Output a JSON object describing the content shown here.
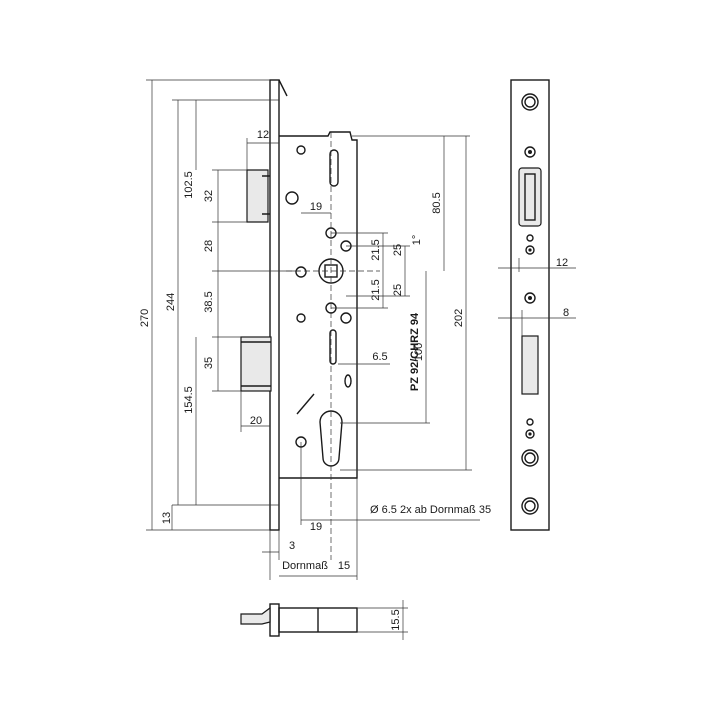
{
  "dimensions": {
    "total_height": "270",
    "forend_height": "244",
    "top_to_latch": "102.5",
    "latch_height": "32",
    "latch_to_spindle": "28",
    "spindle_to_bolt": "38.5",
    "bolt_height": "35",
    "bolt_to_bottom": "154.5",
    "bottom_offset": "13",
    "latch_width": "12",
    "bolt_throw": "20",
    "spindle_offset": "19",
    "hole_offset": "19",
    "forend_thickness": "3",
    "backset_label": "Dornmaß",
    "cylinder_offset": "15",
    "spindle_upper": "21.5",
    "spindle_upper_25": "25",
    "spindle_lower": "21.5",
    "spindle_lower_25": "25",
    "angle": "1°",
    "top_to_cylinder": "80.5",
    "case_height": "202",
    "spindle_to_cylinder": "100",
    "pin_offset": "6.5",
    "model_label": "PZ 92/CHRZ 94",
    "hole_note": "Ø 6.5 2x ab Dornmaß 35",
    "faceplate_latch_width": "12",
    "faceplate_bolt_width": "8",
    "side_height": "15.5"
  }
}
